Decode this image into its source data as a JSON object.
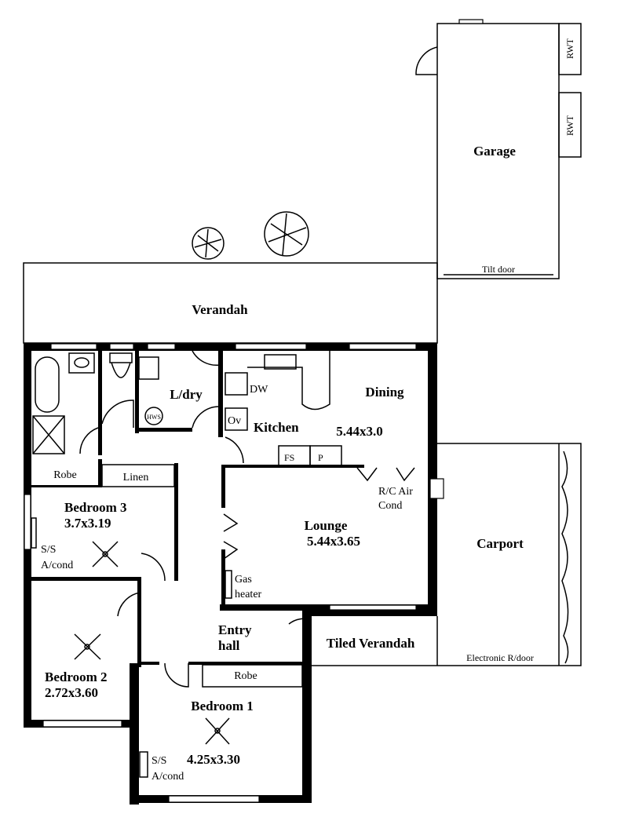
{
  "plan": {
    "garage": {
      "name": "Garage",
      "rwt_top": "RWT",
      "rwt_bottom": "RWT",
      "door": "Tilt door"
    },
    "verandah": "Verandah",
    "laundry": {
      "name": "L/dry",
      "hws": "HWS"
    },
    "kitchen": {
      "name": "Kitchen",
      "dw": "DW",
      "ov": "Ov",
      "fs": "FS",
      "p": "P"
    },
    "dining": {
      "name": "Dining",
      "size": "5.44x3.0"
    },
    "aircon": {
      "line1": "R/C Air",
      "line2": "Cond"
    },
    "robe3": "Robe",
    "linen": "Linen",
    "bedroom3": {
      "name": "Bedroom 3",
      "size": "3.7x3.19",
      "ac1": "S/S",
      "ac2": "A/cond"
    },
    "lounge": {
      "name": "Lounge",
      "size": "5.44x3.65",
      "heater1": "Gas",
      "heater2": "heater"
    },
    "carport": {
      "name": "Carport",
      "door": "Electronic R/door"
    },
    "entry": {
      "line1": "Entry",
      "line2": "hall"
    },
    "tiled_verandah": "Tiled Verandah",
    "bedroom2": {
      "name": "Bedroom 2",
      "size": "2.72x3.60"
    },
    "robe1": "Robe",
    "bedroom1": {
      "name": "Bedroom 1",
      "size": "4.25x3.30",
      "ac1": "S/S",
      "ac2": "A/cond"
    }
  }
}
